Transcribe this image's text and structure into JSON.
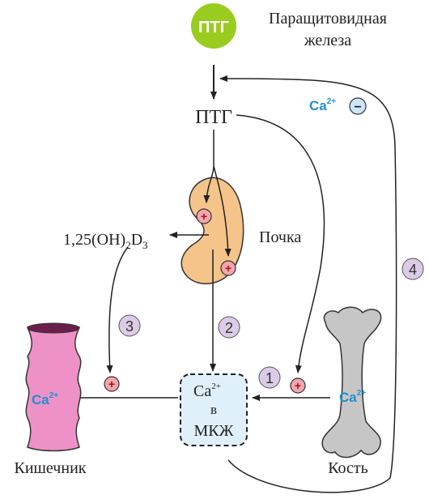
{
  "labels": {
    "ptg_node": "ПТГ",
    "gland_line1": "Паращитовидная",
    "gland_line2": "железа",
    "ptg_hormone": "ПТГ",
    "kidney": "Почка",
    "vitd_base": "1,25(OH)",
    "vitd_sub1": "2",
    "vitd_d": "D",
    "vitd_sub2": "3",
    "ca_symbol": "Ca",
    "ca_charge": "2+",
    "box_in": "в",
    "box_mkzh": "МКЖ",
    "intestine": "Кишечник",
    "bone": "Кость"
  },
  "signs": {
    "plus": "+",
    "minus": "−"
  },
  "pathways": [
    "1",
    "2",
    "3",
    "4"
  ],
  "colors": {
    "ptg_fill": "#99cc1f",
    "kidney_fill": "#f5c48a",
    "intestine_fill": "#ee91c6",
    "bone_fill": "#c6c6c6",
    "ca_blue": "#1f8fcf",
    "circle_plus_fill": "#f2a6ad",
    "circle_minus_fill": "#cce6f7",
    "number_fill": "#dccbe6",
    "box_fill": "#dff0fb"
  }
}
